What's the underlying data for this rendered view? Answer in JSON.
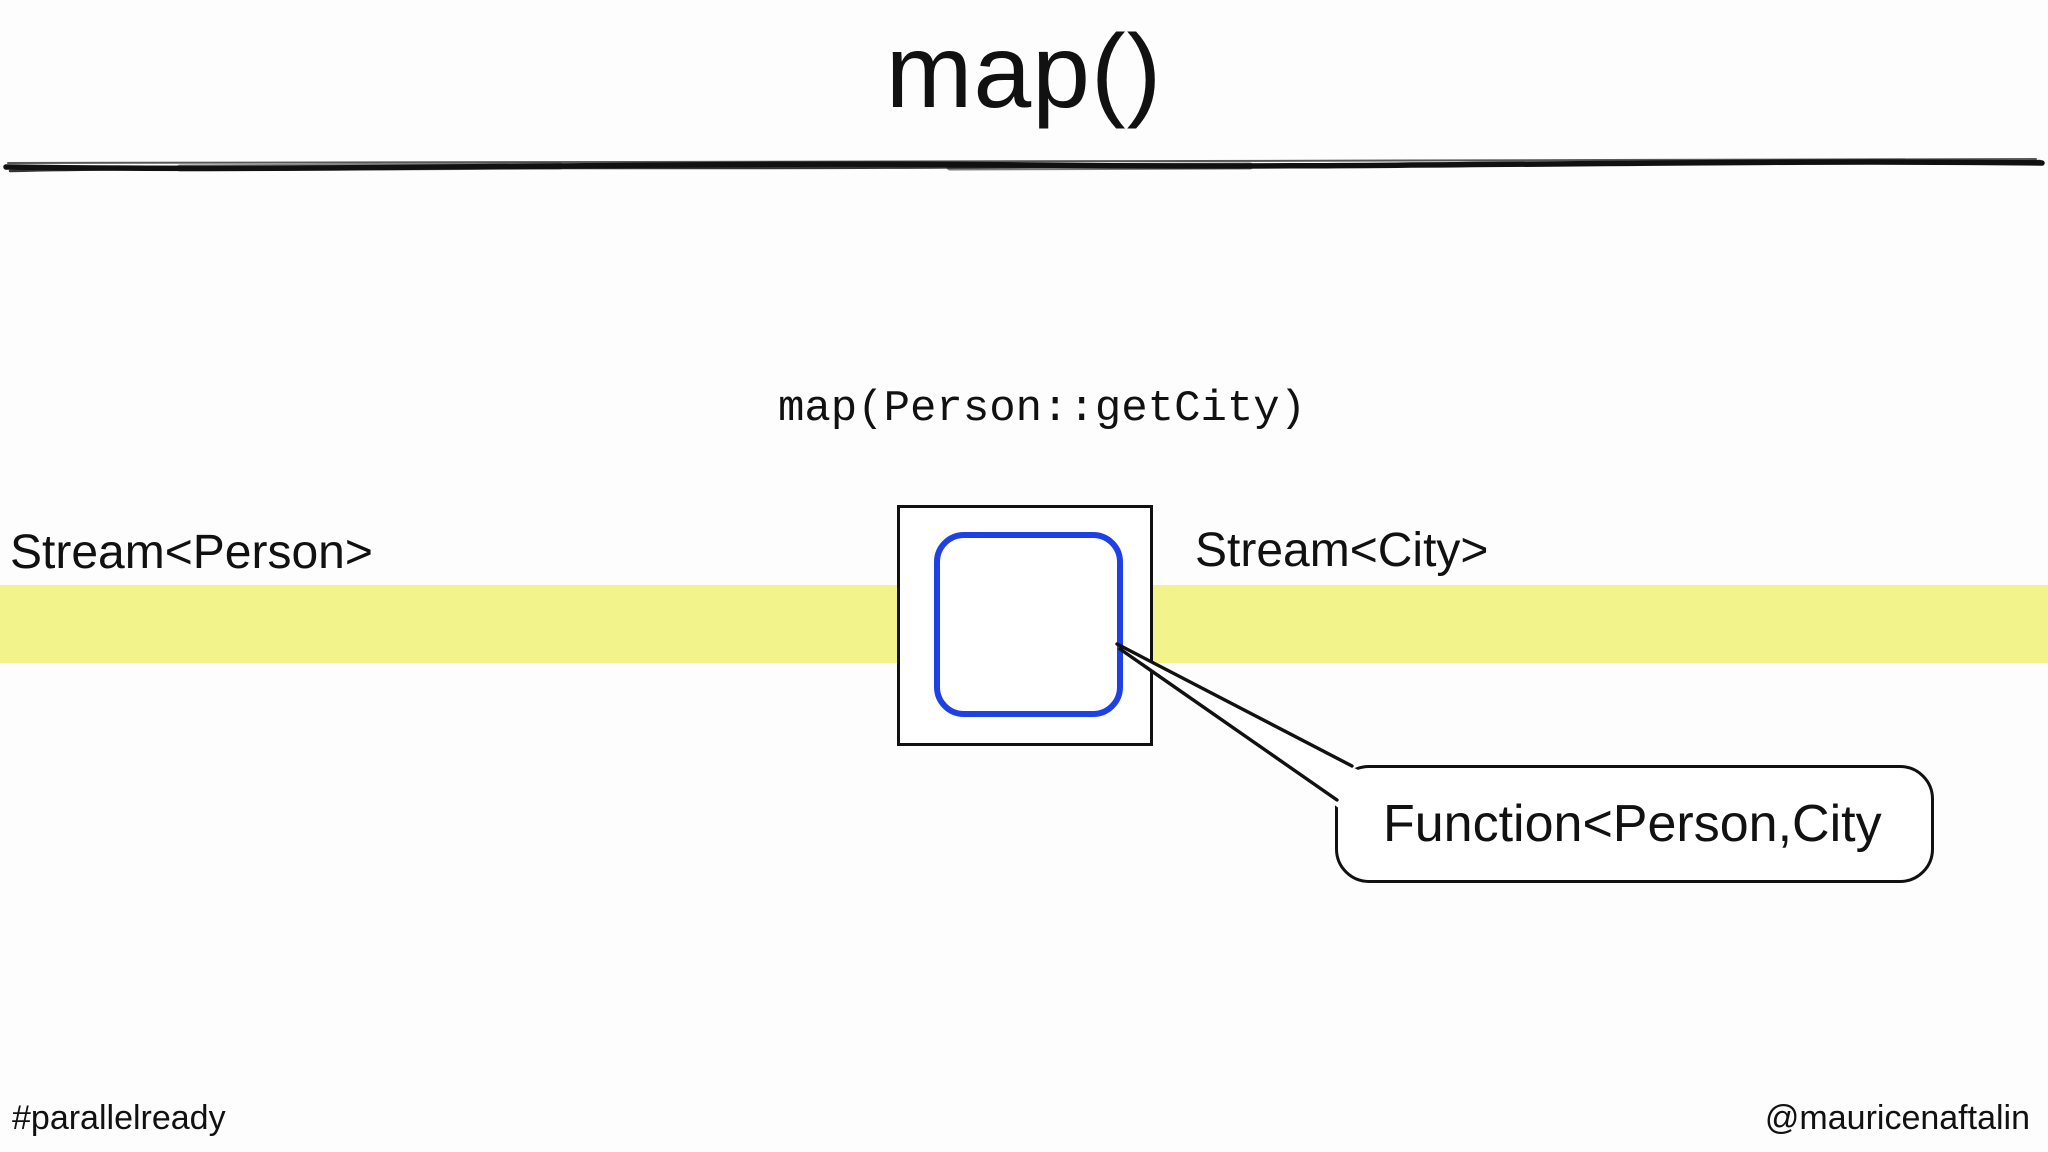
{
  "slide": {
    "title": "map()",
    "code_annotation": "map(Person::getCity)",
    "input_stream_label": "Stream<Person>",
    "output_stream_label": "Stream<City>",
    "callout_label": "Function<Person,City",
    "footer_hashtag": "#parallelready",
    "footer_handle": "@mauricenaftalin"
  },
  "colors": {
    "background": "#fdfdfd",
    "ink": "#111111",
    "stream_band_yellow": "#f2f38b",
    "function_box_blue": "#1d41e4"
  }
}
